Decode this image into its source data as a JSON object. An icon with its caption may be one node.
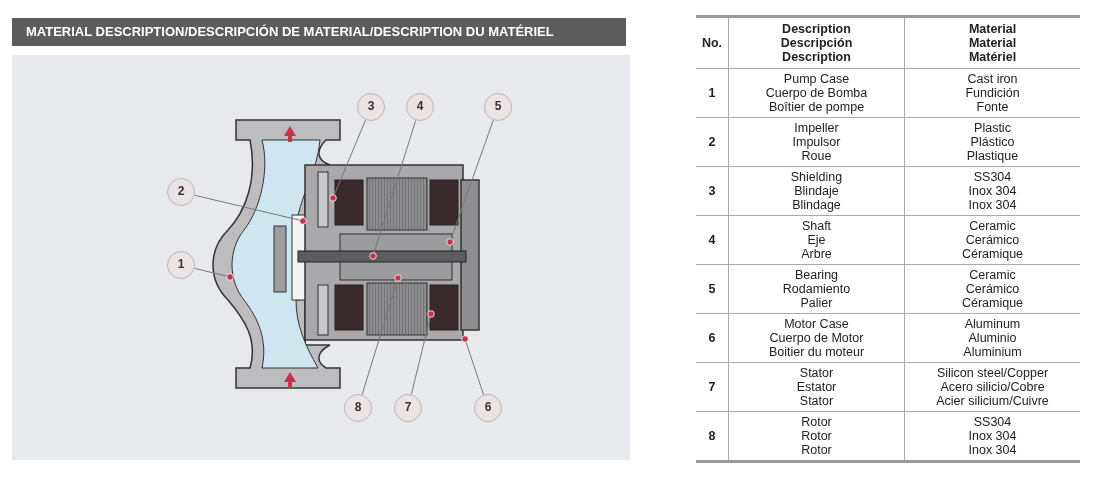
{
  "diagram": {
    "title": "MATERIAL DESCRIPTION/DESCRIPCIÓN DE MATERIAL/DESCRIPTION DU MATÉRIEL",
    "nodes": [
      {
        "text": [
          "1"
        ]
      },
      {
        "text": [
          "2"
        ]
      },
      {
        "text": [
          "3"
        ]
      },
      {
        "text": [
          "4"
        ]
      },
      {
        "text": [
          "5"
        ]
      },
      {
        "text": [
          "6"
        ]
      },
      {
        "text": [
          "7"
        ]
      },
      {
        "text": [
          "8"
        ]
      }
    ],
    "edges": [
      {
        "from": 0,
        "to": null,
        "arrow": "other"
      },
      {
        "from": 1,
        "to": null,
        "arrow": "other"
      },
      {
        "from": 2,
        "to": null,
        "arrow": "other"
      },
      {
        "from": 3,
        "to": null,
        "arrow": "other"
      },
      {
        "from": 4,
        "to": null,
        "arrow": "other"
      },
      {
        "from": 5,
        "to": null,
        "arrow": "other"
      },
      {
        "from": 6,
        "to": null,
        "arrow": "other"
      },
      {
        "from": 7,
        "to": null,
        "arrow": "other"
      }
    ],
    "labels": [
      "No.",
      "Description",
      "Descripción",
      "Description",
      "Material",
      "Material",
      "Matériel",
      "1",
      "Pump Case",
      "Cuerpo de Bomba",
      "Boîtier de pompe",
      "Cast iron",
      "Fundición",
      "Fonte",
      "2",
      "Impeller",
      "Impulsor",
      "Roue",
      "Plastic",
      "Plástico",
      "Plastique",
      "3",
      "Shielding",
      "Blindaje",
      "Blindage",
      "SS304",
      "Inox 304",
      "Inox 304",
      "4",
      "Shaft",
      "Eje",
      "Arbre",
      "Ceramic",
      "Cerámico",
      "Céramique",
      "5",
      "Bearing",
      "Rodamiento",
      "Palier",
      "Ceramic",
      "Cerámico",
      "Céramique",
      "6",
      "Motor Case",
      "Cuerpo de Motor",
      "Boitier du moteur",
      "Aluminum",
      "Aluminio",
      "Aluminium",
      "7",
      "Stator",
      "Estator",
      "Stator",
      "Silicon steel/Copper",
      "Acero silicio/Cobre",
      "Acier silicium/Cuivre",
      "8",
      "Rotor",
      "Rotor",
      "Rotor",
      "SS304",
      "Inox 304",
      "Inox 304"
    ]
  }
}
